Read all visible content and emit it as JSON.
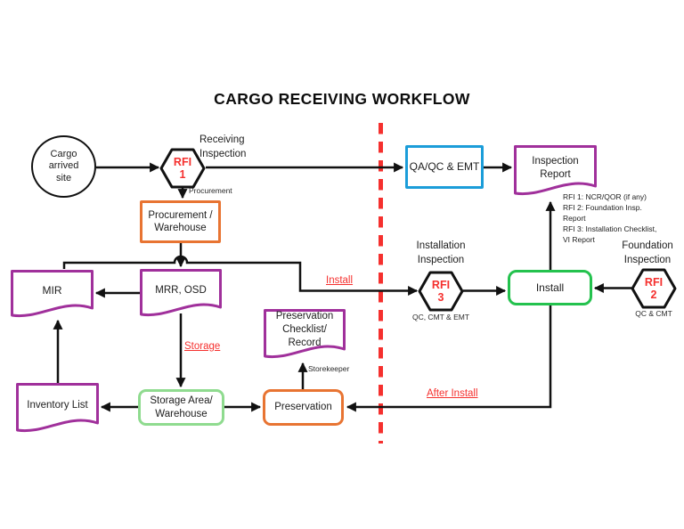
{
  "title": "CARGO RECEIVING WORKFLOW",
  "nodes": {
    "cargo_arrived": "Cargo arrived site",
    "rfi1": {
      "label": "RFI",
      "number": "1"
    },
    "rfi2": {
      "label": "RFI",
      "number": "2"
    },
    "rfi3": {
      "label": "RFI",
      "number": "3"
    },
    "procurement_warehouse": "Procurement / Warehouse",
    "qaqc_emt": "QA/QC & EMT",
    "inspection_report": "Inspection Report",
    "mir": "MIR",
    "mrr_osd": "MRR, OSD",
    "inventory_list": "Inventory List",
    "storage_area": "Storage Area/ Warehouse",
    "preservation": "Preservation",
    "preservation_checklist": "Preservation Checklist/ Record",
    "install": "Install"
  },
  "labels": {
    "receiving_inspection": "Receiving Inspection",
    "procurement": "Procurement",
    "storage": "Storage",
    "install": "Install",
    "after_install": "After Install",
    "storekeeper": "Storekeeper",
    "installation_inspection": "Installation Inspection",
    "foundation_inspection": "Foundation Inspection",
    "qc_cmt_emt": "QC, CMT & EMT",
    "qc_cmt": "QC & CMT"
  },
  "notes": [
    "RFI 1: NCR/QOR (if any)",
    "RFI 2: Foundation Insp.",
    "Report",
    "RFI 3: Installation Checklist,",
    "VI Report"
  ],
  "colors": {
    "purple": "#A0309B",
    "orange": "#E87432",
    "blue": "#1B9DD9",
    "green": "#24C24E",
    "light_green": "#8FDB8F",
    "red": "#F5302E",
    "line_black": "#111111"
  }
}
